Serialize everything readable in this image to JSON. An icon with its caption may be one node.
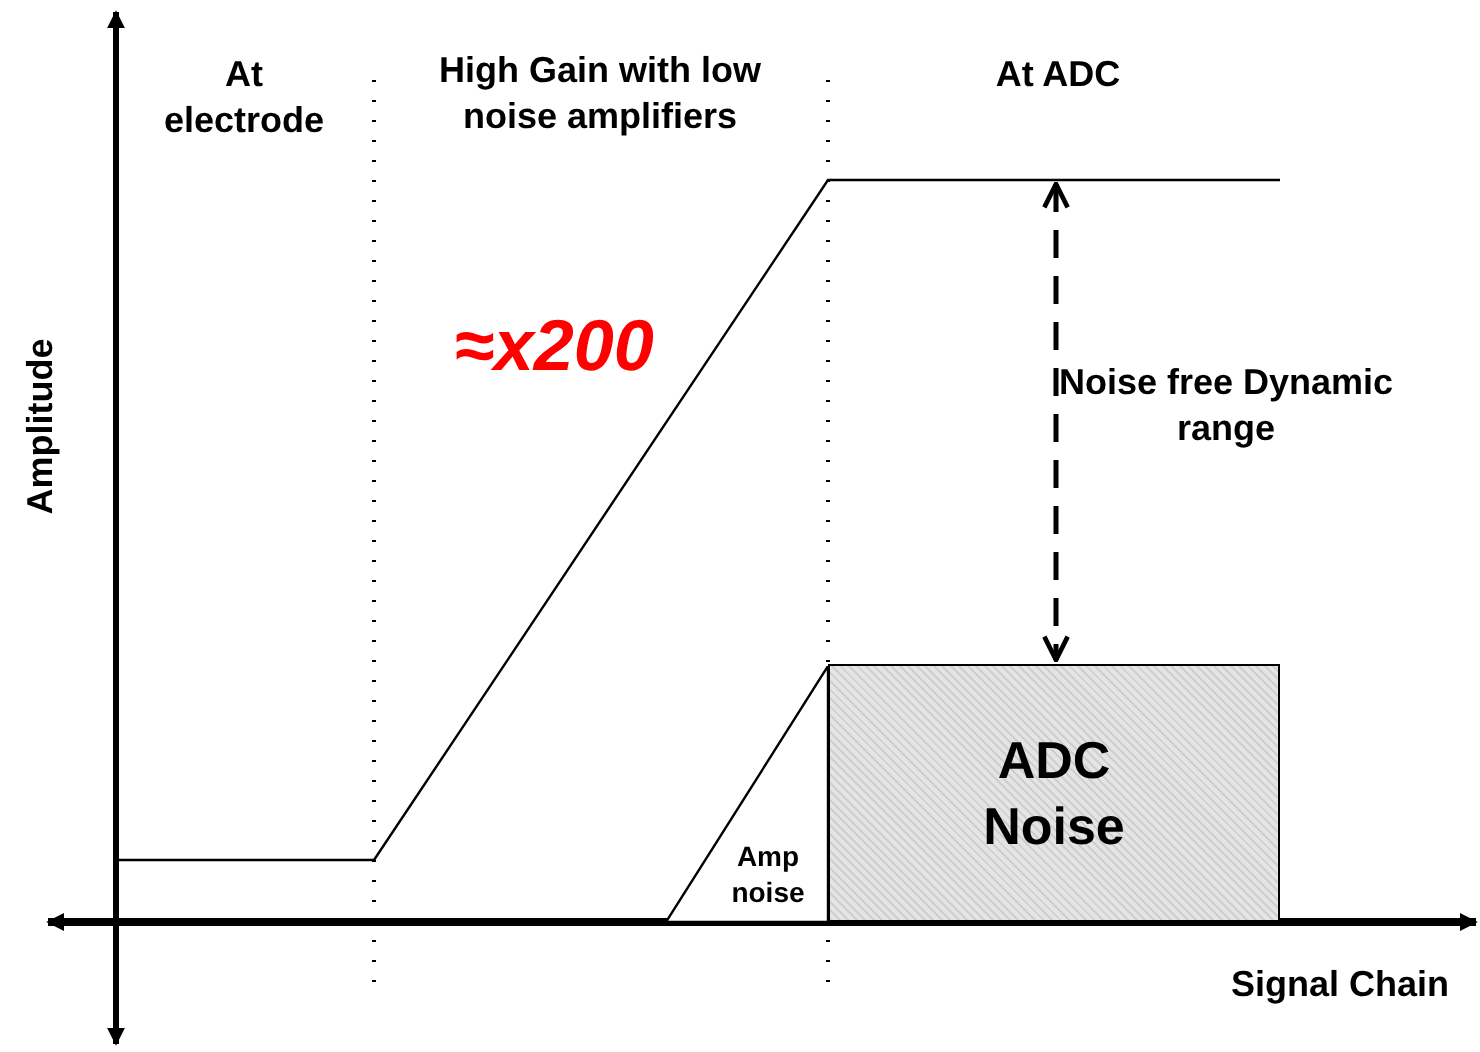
{
  "diagram": {
    "nodes": [
      {
        "text": [
          "Amp noise"
        ]
      },
      {
        "text": [
          "ADC Noise"
        ]
      }
    ],
    "labels": [
      "At electrode",
      "High Gain with low noise amplifiers",
      "At ADC",
      "≈x200",
      "Noise free Dynamic range",
      "Amplitude",
      "Signal Chain"
    ]
  }
}
